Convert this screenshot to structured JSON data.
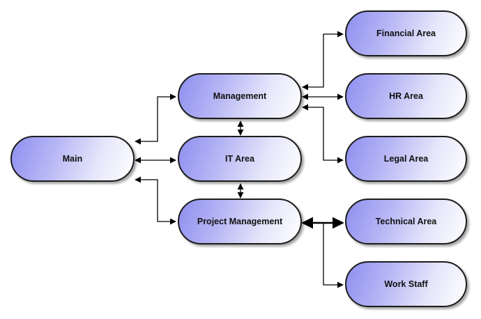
{
  "diagram": {
    "nodes": {
      "main": "Main",
      "management": "Management",
      "it_area": "IT Area",
      "project_management": "Project Management",
      "financial_area": "Financial Area",
      "hr_area": "HR Area",
      "legal_area": "Legal Area",
      "technical_area": "Technical Area",
      "work_staff": "Work Staff"
    },
    "edges": [
      {
        "from": "main",
        "to": "management",
        "arrows": "both"
      },
      {
        "from": "main",
        "to": "it_area",
        "arrows": "both"
      },
      {
        "from": "main",
        "to": "project_management",
        "arrows": "both"
      },
      {
        "from": "management",
        "to": "it_area",
        "arrows": "both"
      },
      {
        "from": "it_area",
        "to": "project_management",
        "arrows": "both"
      },
      {
        "from": "management",
        "to": "financial_area",
        "arrows": "both"
      },
      {
        "from": "management",
        "to": "hr_area",
        "arrows": "both"
      },
      {
        "from": "management",
        "to": "legal_area",
        "arrows": "both"
      },
      {
        "from": "project_management",
        "to": "technical_area",
        "arrows": "both"
      },
      {
        "from": "project_management",
        "to": "work_staff",
        "arrows": "end"
      }
    ],
    "colors": {
      "node_fill_start": "#8e8ef0",
      "node_fill_end": "#ffffff",
      "stroke": "#1c1c1c"
    }
  }
}
